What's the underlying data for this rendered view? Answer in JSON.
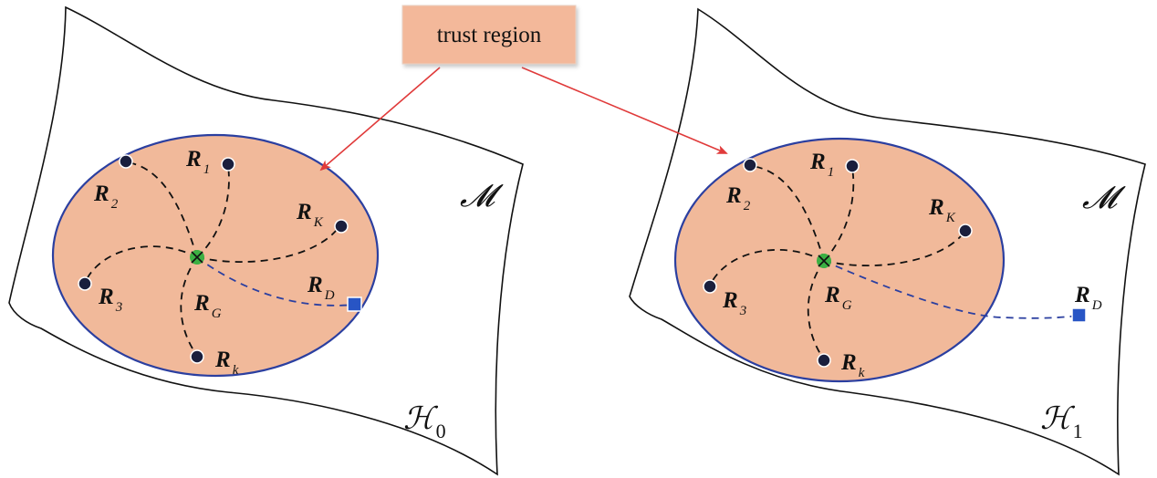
{
  "callout": {
    "text": "trust region"
  },
  "panels": [
    {
      "manifold_label": "𝓜",
      "space_label": "ℋ",
      "space_subscript": "0",
      "points": [
        {
          "main": "R",
          "sub": "1"
        },
        {
          "main": "R",
          "sub": "2"
        },
        {
          "main": "R",
          "sub": "3"
        },
        {
          "main": "R",
          "sub": "K"
        },
        {
          "main": "R",
          "sub": "k"
        },
        {
          "main": "R",
          "sub": "G"
        },
        {
          "main": "R",
          "sub": "D"
        }
      ]
    },
    {
      "manifold_label": "𝓜",
      "space_label": "ℋ",
      "space_subscript": "1",
      "points": [
        {
          "main": "R",
          "sub": "1"
        },
        {
          "main": "R",
          "sub": "2"
        },
        {
          "main": "R",
          "sub": "3"
        },
        {
          "main": "R",
          "sub": "K"
        },
        {
          "main": "R",
          "sub": "k"
        },
        {
          "main": "R",
          "sub": "G"
        },
        {
          "main": "R",
          "sub": "D"
        }
      ]
    }
  ],
  "colors": {
    "region_fill": "#f1b99a",
    "region_stroke": "#2b3fa0",
    "point": "#1a1f3d",
    "center": "#3cb043",
    "dest": "#2855c5",
    "arrow": "#e03a3a",
    "callout_fill": "#f3b89a"
  }
}
